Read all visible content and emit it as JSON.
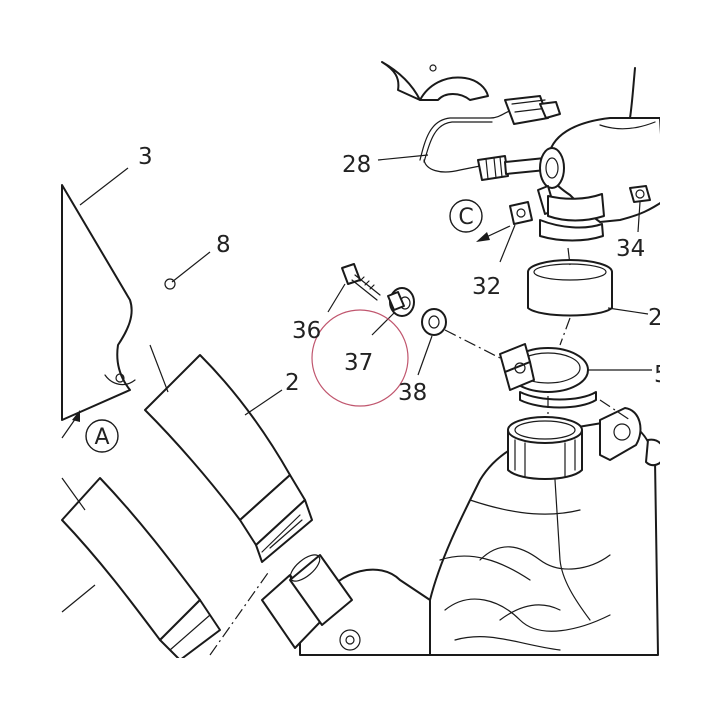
{
  "callouts": {
    "c3": "3",
    "c8": "8",
    "c28": "28",
    "c34": "34",
    "c32": "32",
    "c2a": "2",
    "c36": "36",
    "c37": "37",
    "c38": "38",
    "c2b": "2",
    "c5": "5"
  },
  "views": {
    "a": "A",
    "c": "C"
  },
  "highlight": {
    "color": "#c0566e",
    "target": "37"
  }
}
